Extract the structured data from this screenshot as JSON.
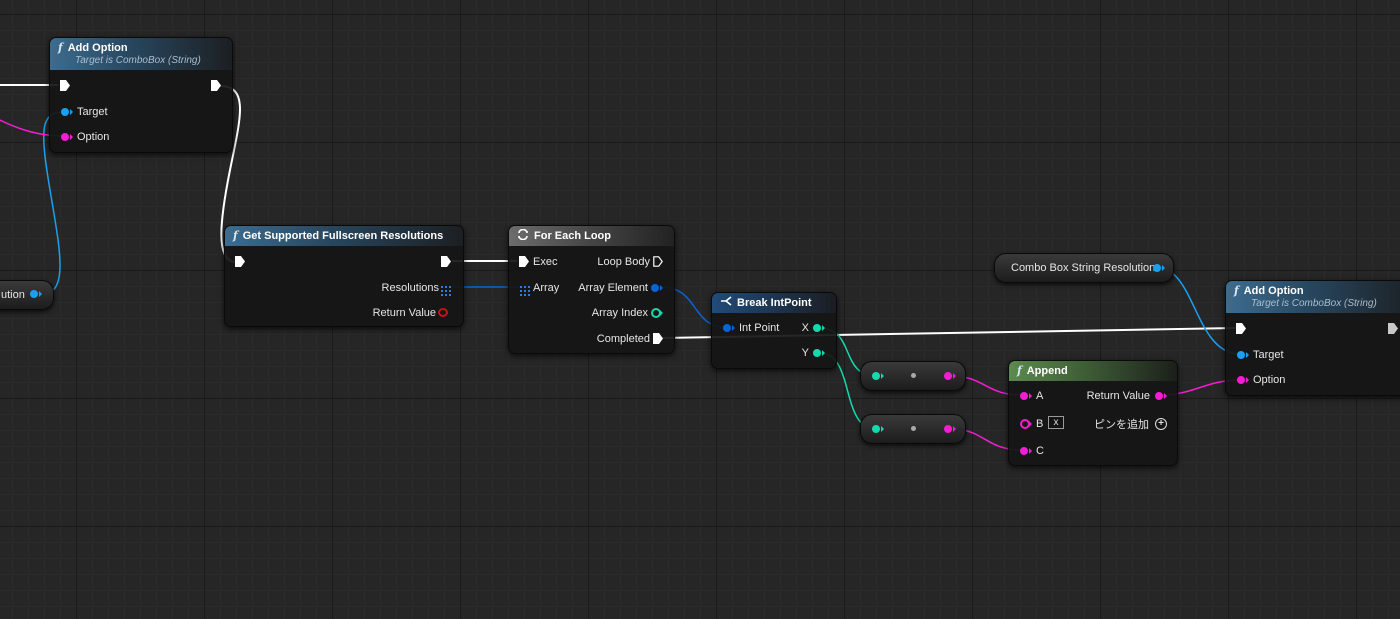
{
  "nodes": {
    "add_option_1": {
      "title": "Add Option",
      "subtitle": "Target is ComboBox (String)",
      "target_label": "Target",
      "option_label": "Option"
    },
    "var_left": {
      "label": "ution"
    },
    "get_resolutions": {
      "title": "Get Supported Fullscreen Resolutions",
      "resolutions_label": "Resolutions",
      "return_label": "Return Value"
    },
    "for_each": {
      "title": "For Each Loop",
      "exec_label": "Exec",
      "array_label": "Array",
      "loop_body_label": "Loop Body",
      "array_element_label": "Array Element",
      "array_index_label": "Array Index",
      "completed_label": "Completed"
    },
    "break_intpoint": {
      "title": "Break IntPoint",
      "intpoint_label": "Int Point",
      "x_label": "X",
      "y_label": "Y"
    },
    "combo_var": {
      "label": "Combo Box String Resolution"
    },
    "append": {
      "title": "Append",
      "a_label": "A",
      "b_label": "B",
      "b_value": "x",
      "return_label": "Return Value",
      "c_label": "C",
      "add_pin_label": "ピンを追加"
    },
    "add_option_2": {
      "title": "Add Option",
      "subtitle": "Target is ComboBox (String)",
      "target_label": "Target",
      "option_label": "Option"
    }
  },
  "icons": {
    "function": "f-icon",
    "loop": "loop-icon",
    "break": "break-icon",
    "array": "grid-icon",
    "add_pin": "plus-circle-icon"
  },
  "colors": {
    "background": "#262626",
    "exec_wire": "#ffffff",
    "object_pin": "#1aa0f0",
    "string_pin": "#f51cd2",
    "int_pin": "#16d8ad",
    "struct_pin": "#0a64d2",
    "function_header": "#3d6c8f",
    "pure_header": "#5c8a4f"
  }
}
